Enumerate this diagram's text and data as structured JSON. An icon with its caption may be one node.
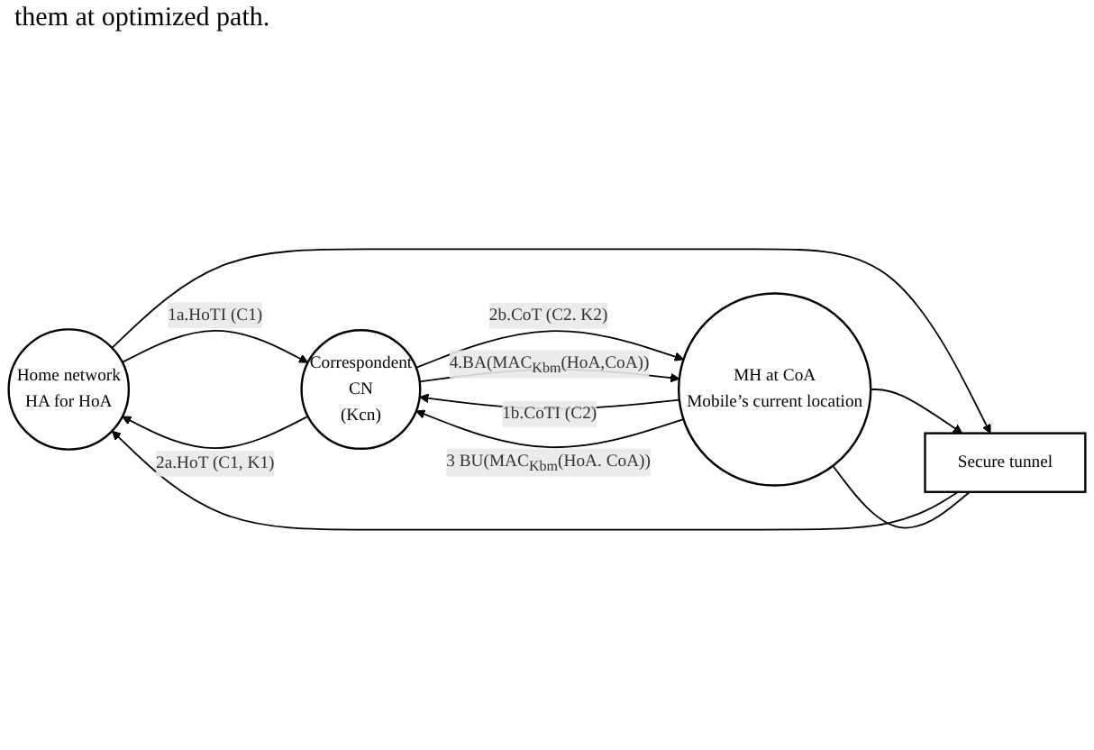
{
  "diagram": {
    "nodes": [
      {
        "text": [
          "Home network",
          "HA for HoA"
        ]
      },
      {
        "text": [
          "Correspondent",
          "CN",
          "(Kcn)"
        ]
      },
      {
        "text": [
          "Secure tunnel"
        ]
      },
      {
        "text": [
          "MH at CoA",
          "Mobile’s current location"
        ]
      }
    ],
    "edges": [
      {
        "from": 0,
        "to": 1,
        "arrow": "to",
        "label": "1a.HoTI (C1)"
      },
      {
        "from": 1,
        "to": 0,
        "arrow": "to",
        "label": "2a.HoT (C1, K1)"
      },
      {
        "from": 0,
        "to": 2,
        "arrow": "to"
      },
      {
        "from": 2,
        "to": 0,
        "arrow": "to"
      },
      {
        "from": 3,
        "to": 2,
        "arrow": "to"
      },
      {
        "from": 2,
        "to": 3,
        "arrow": "none"
      },
      {
        "from": 3,
        "to": 1,
        "arrow": "to",
        "label": "1b.CoTI (C2)"
      },
      {
        "from": 1,
        "to": 3,
        "arrow": "to",
        "label": "2b.CoT (C2. K2)"
      },
      {
        "from": 3,
        "to": 1,
        "arrow": "to",
        "label": "3 BU(MAC$_{Kbm}$(HoA. CoA))"
      },
      {
        "from": 1,
        "to": 3,
        "arrow": "to",
        "label": "4.BA(MAC$_{Kbm}$(HoA,CoA))"
      }
    ],
    "labels": [
      "them at optimized path."
    ]
  }
}
